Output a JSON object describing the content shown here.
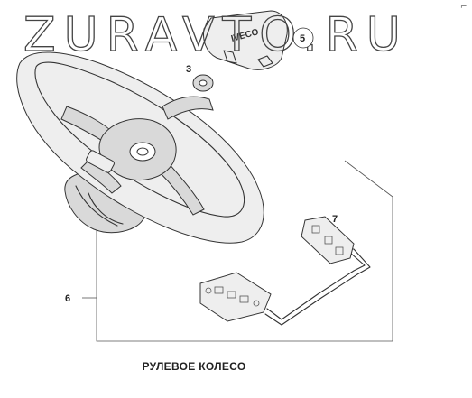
{
  "watermark": "ZURAVTO.RU",
  "badge_text": "IVECO",
  "corner_mark": "⌐",
  "callouts": {
    "c3": "3",
    "c5": "5",
    "c6": "6",
    "c7": "7"
  },
  "caption": "РУЛЕВОЕ КОЛЕСО",
  "colors": {
    "ink": "#333333",
    "shade": "#d9d9d9",
    "background": "#ffffff"
  }
}
